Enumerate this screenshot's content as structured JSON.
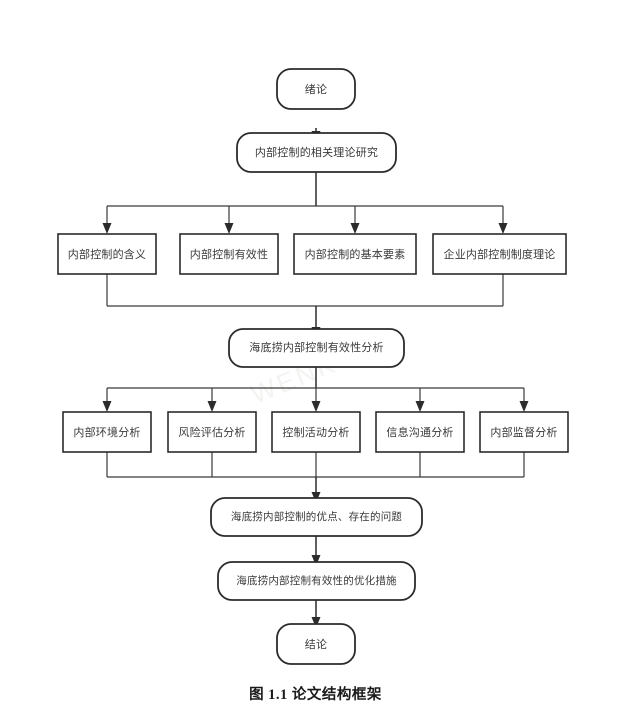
{
  "figure": {
    "caption": "图 1.1 论文结构框架",
    "watermark_text": "WENKU",
    "colors": {
      "background": "#ffffff",
      "node_stroke": "#2b2b2b",
      "node_fill": "#ffffff",
      "text": "#3a3a3a",
      "caption_text": "#1a1a1a"
    }
  },
  "chart_data": {
    "type": "diagram",
    "title": "图 1.1 论文结构框架",
    "nodes": [
      {
        "id": "n1",
        "label": "绪论",
        "shape": "rounded",
        "level": 1
      },
      {
        "id": "n2",
        "label": "内部控制的相关理论研究",
        "shape": "rounded",
        "level": 2
      },
      {
        "id": "n3",
        "label": "内部控制的含义",
        "shape": "rect",
        "level": 3
      },
      {
        "id": "n4",
        "label": "内部控制有效性",
        "shape": "rect",
        "level": 3
      },
      {
        "id": "n5",
        "label": "内部控制的基本要素",
        "shape": "rect",
        "level": 3
      },
      {
        "id": "n6",
        "label": "企业内部控制制度理论",
        "shape": "rect",
        "level": 3
      },
      {
        "id": "n7",
        "label": "海底捞内部控制有效性分析",
        "shape": "rounded",
        "level": 4
      },
      {
        "id": "n8",
        "label": "内部环境分析",
        "shape": "rect",
        "level": 5
      },
      {
        "id": "n9",
        "label": "风险评估分析",
        "shape": "rect",
        "level": 5
      },
      {
        "id": "n10",
        "label": "控制活动分析",
        "shape": "rect",
        "level": 5
      },
      {
        "id": "n11",
        "label": "信息沟通分析",
        "shape": "rect",
        "level": 5
      },
      {
        "id": "n12",
        "label": "内部监督分析",
        "shape": "rect",
        "level": 5
      },
      {
        "id": "n13",
        "label": "海底捞内部控制的优点、存在的问题",
        "shape": "rounded",
        "level": 6
      },
      {
        "id": "n14",
        "label": "海底捞内部控制有效性的优化措施",
        "shape": "rounded",
        "level": 7
      },
      {
        "id": "n15",
        "label": "结论",
        "shape": "rounded",
        "level": 8
      }
    ],
    "edges": [
      {
        "from": "n1",
        "to": "n2",
        "arrow": true
      },
      {
        "from": "n2",
        "to": "n3",
        "arrow": true
      },
      {
        "from": "n2",
        "to": "n4",
        "arrow": true
      },
      {
        "from": "n2",
        "to": "n5",
        "arrow": true
      },
      {
        "from": "n2",
        "to": "n6",
        "arrow": true
      },
      {
        "from": "n3",
        "to": "n7",
        "arrow": true
      },
      {
        "from": "n6",
        "to": "n7",
        "arrow": true
      },
      {
        "from": "n7",
        "to": "n8",
        "arrow": true
      },
      {
        "from": "n7",
        "to": "n9",
        "arrow": true
      },
      {
        "from": "n7",
        "to": "n10",
        "arrow": true
      },
      {
        "from": "n7",
        "to": "n11",
        "arrow": true
      },
      {
        "from": "n7",
        "to": "n12",
        "arrow": true
      },
      {
        "from": "n8",
        "to": "n13",
        "arrow": true
      },
      {
        "from": "n9",
        "to": "n13",
        "arrow": true
      },
      {
        "from": "n10",
        "to": "n13",
        "arrow": true
      },
      {
        "from": "n11",
        "to": "n13",
        "arrow": true
      },
      {
        "from": "n12",
        "to": "n13",
        "arrow": true
      },
      {
        "from": "n13",
        "to": "n14",
        "arrow": true
      },
      {
        "from": "n14",
        "to": "n15",
        "arrow": true
      }
    ]
  }
}
